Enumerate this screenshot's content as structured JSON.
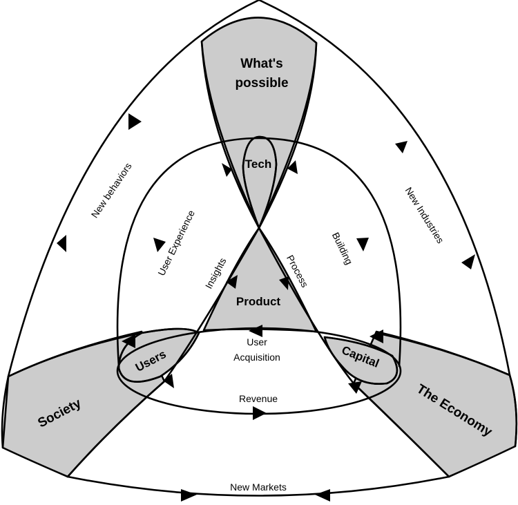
{
  "nodes": {
    "whats_possible_line1": "What's",
    "whats_possible_line2": "possible",
    "tech": "Tech",
    "product": "Product",
    "users": "Users",
    "capital": "Capital",
    "society": "Society",
    "economy": "The Economy"
  },
  "flows": {
    "new_behaviors": "New behaviors",
    "new_industries": "New Industries",
    "new_markets": "New Markets",
    "user_experience": "User Experience",
    "building": "Building",
    "insights": "Insights",
    "process": "Process",
    "user_acquisition_line1": "User",
    "user_acquisition_line2": "Acquisition",
    "revenue": "Revenue"
  },
  "colors": {
    "fill": "#cccccc",
    "stroke": "#000000"
  }
}
